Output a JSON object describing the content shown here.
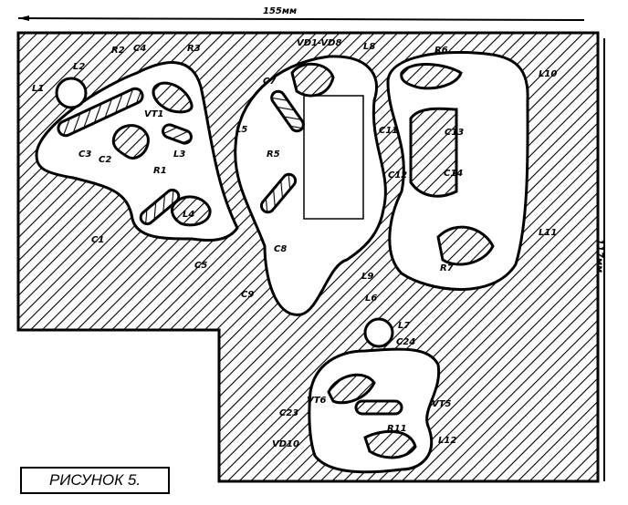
{
  "figure": {
    "caption": "РИСУНОК 5.",
    "width_dimension": "155мм",
    "height_dimension": "117мм",
    "colors": {
      "ink": "#000000",
      "paper": "#ffffff"
    }
  },
  "labels": {
    "L1": "L1",
    "L2": "L2",
    "R2": "R2",
    "C4": "C4",
    "R3": "R3",
    "VT1": "VT1",
    "C3": "C3",
    "C2": "C2",
    "R1": "R1",
    "L3": "L3",
    "L4": "L4",
    "C1": "C1",
    "C5": "C5",
    "VD1_VD8": "VD1-VD8",
    "L8": "L8",
    "C7": "C7",
    "L5": "L5",
    "R5": "R5",
    "C8": "C8",
    "C9": "C9",
    "R6": "R6",
    "L10": "L10",
    "C11": "C11",
    "C13": "C13",
    "C12": "C12",
    "C14": "C14",
    "R7": "R7",
    "L11": "L11",
    "L9": "L9",
    "L6": "L6",
    "L7": "L7",
    "C24": "C24",
    "VT6": "VT6",
    "VT5": "VT5",
    "C23": "C23",
    "VD10": "VD10",
    "R11": "R11",
    "L12": "L12"
  }
}
